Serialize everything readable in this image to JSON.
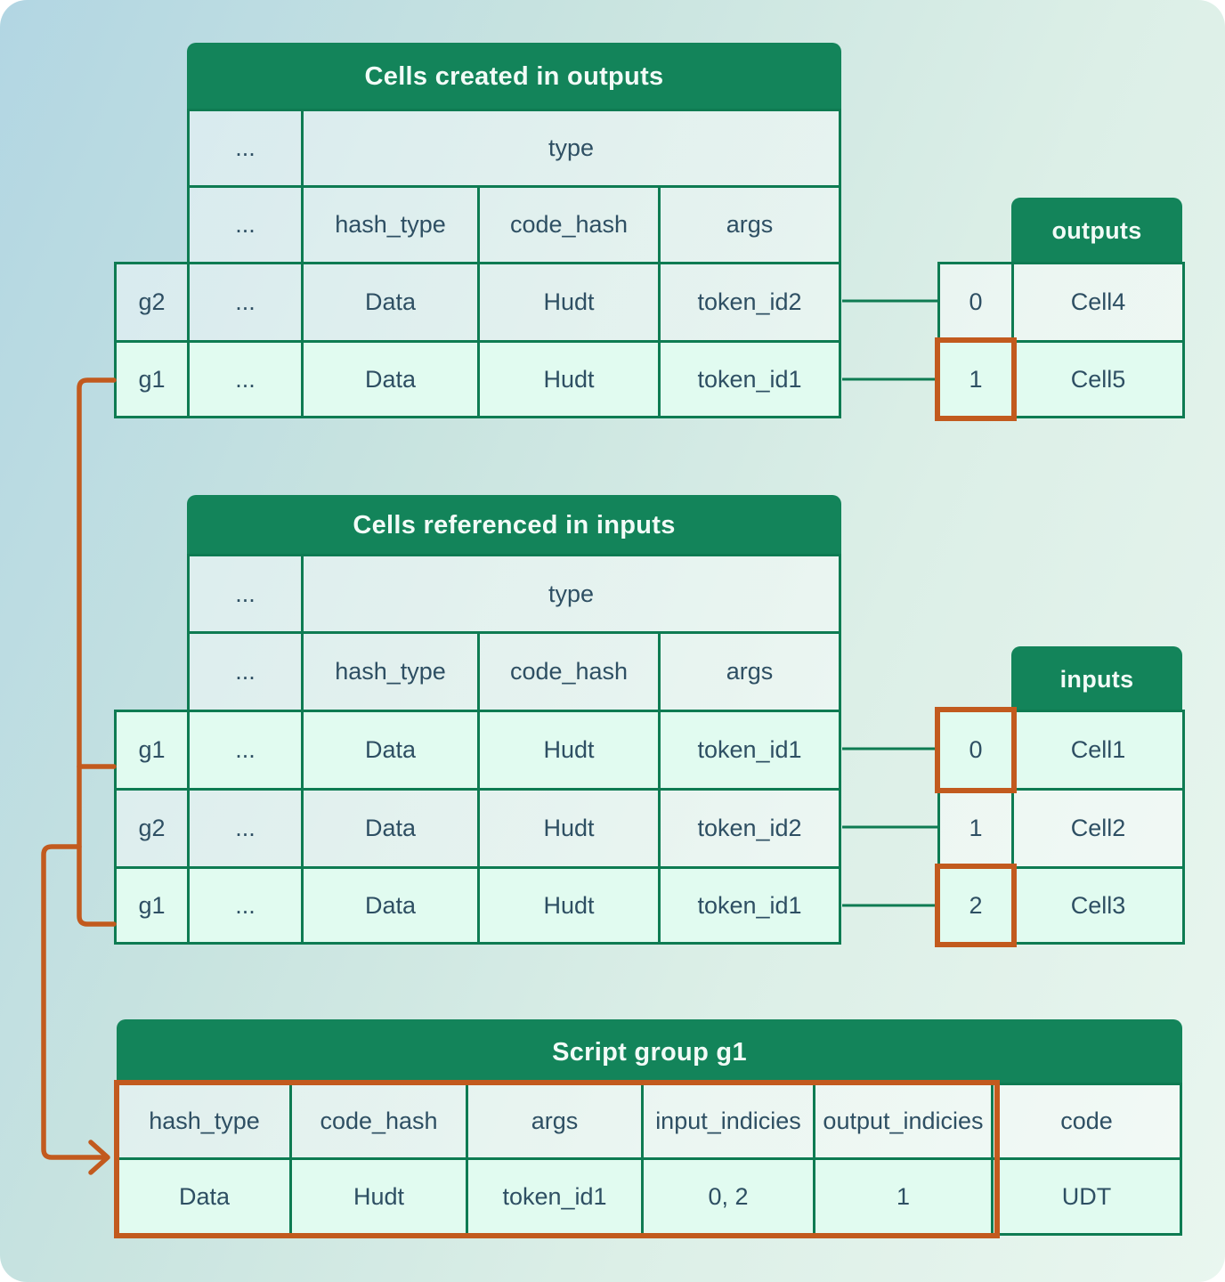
{
  "colors": {
    "header_green": "#13845a",
    "border_green": "#0e7b52",
    "accent_orange": "#c25a1e",
    "mint": "#e1fbf0",
    "ink": "#2e4f63",
    "title_white": "#f2fbf7"
  },
  "created": {
    "title": "Cells created in outputs",
    "dots": "...",
    "type_header": "type",
    "cols": [
      "hash_type",
      "code_hash",
      "args"
    ],
    "rows": [
      {
        "g": "g2",
        "dots": "...",
        "hash_type": "Data",
        "code_hash": "Hudt",
        "args": "token_id2"
      },
      {
        "g": "g1",
        "dots": "...",
        "hash_type": "Data",
        "code_hash": "Hudt",
        "args": "token_id1"
      }
    ]
  },
  "outputs": {
    "title": "outputs",
    "rows": [
      {
        "index": "0",
        "cell": "Cell4"
      },
      {
        "index": "1",
        "cell": "Cell5"
      }
    ]
  },
  "referenced": {
    "title": "Cells referenced in inputs",
    "dots": "...",
    "type_header": "type",
    "cols": [
      "hash_type",
      "code_hash",
      "args"
    ],
    "rows": [
      {
        "g": "g1",
        "dots": "...",
        "hash_type": "Data",
        "code_hash": "Hudt",
        "args": "token_id1"
      },
      {
        "g": "g2",
        "dots": "...",
        "hash_type": "Data",
        "code_hash": "Hudt",
        "args": "token_id2"
      },
      {
        "g": "g1",
        "dots": "...",
        "hash_type": "Data",
        "code_hash": "Hudt",
        "args": "token_id1"
      }
    ]
  },
  "inputs": {
    "title": "inputs",
    "rows": [
      {
        "index": "0",
        "cell": "Cell1"
      },
      {
        "index": "1",
        "cell": "Cell2"
      },
      {
        "index": "2",
        "cell": "Cell3"
      }
    ]
  },
  "script_group": {
    "title": "Script group g1",
    "cols": [
      "hash_type",
      "code_hash",
      "args",
      "input_indicies",
      "output_indicies",
      "code"
    ],
    "values": [
      "Data",
      "Hudt",
      "token_id1",
      "0, 2",
      "1",
      "UDT"
    ]
  }
}
